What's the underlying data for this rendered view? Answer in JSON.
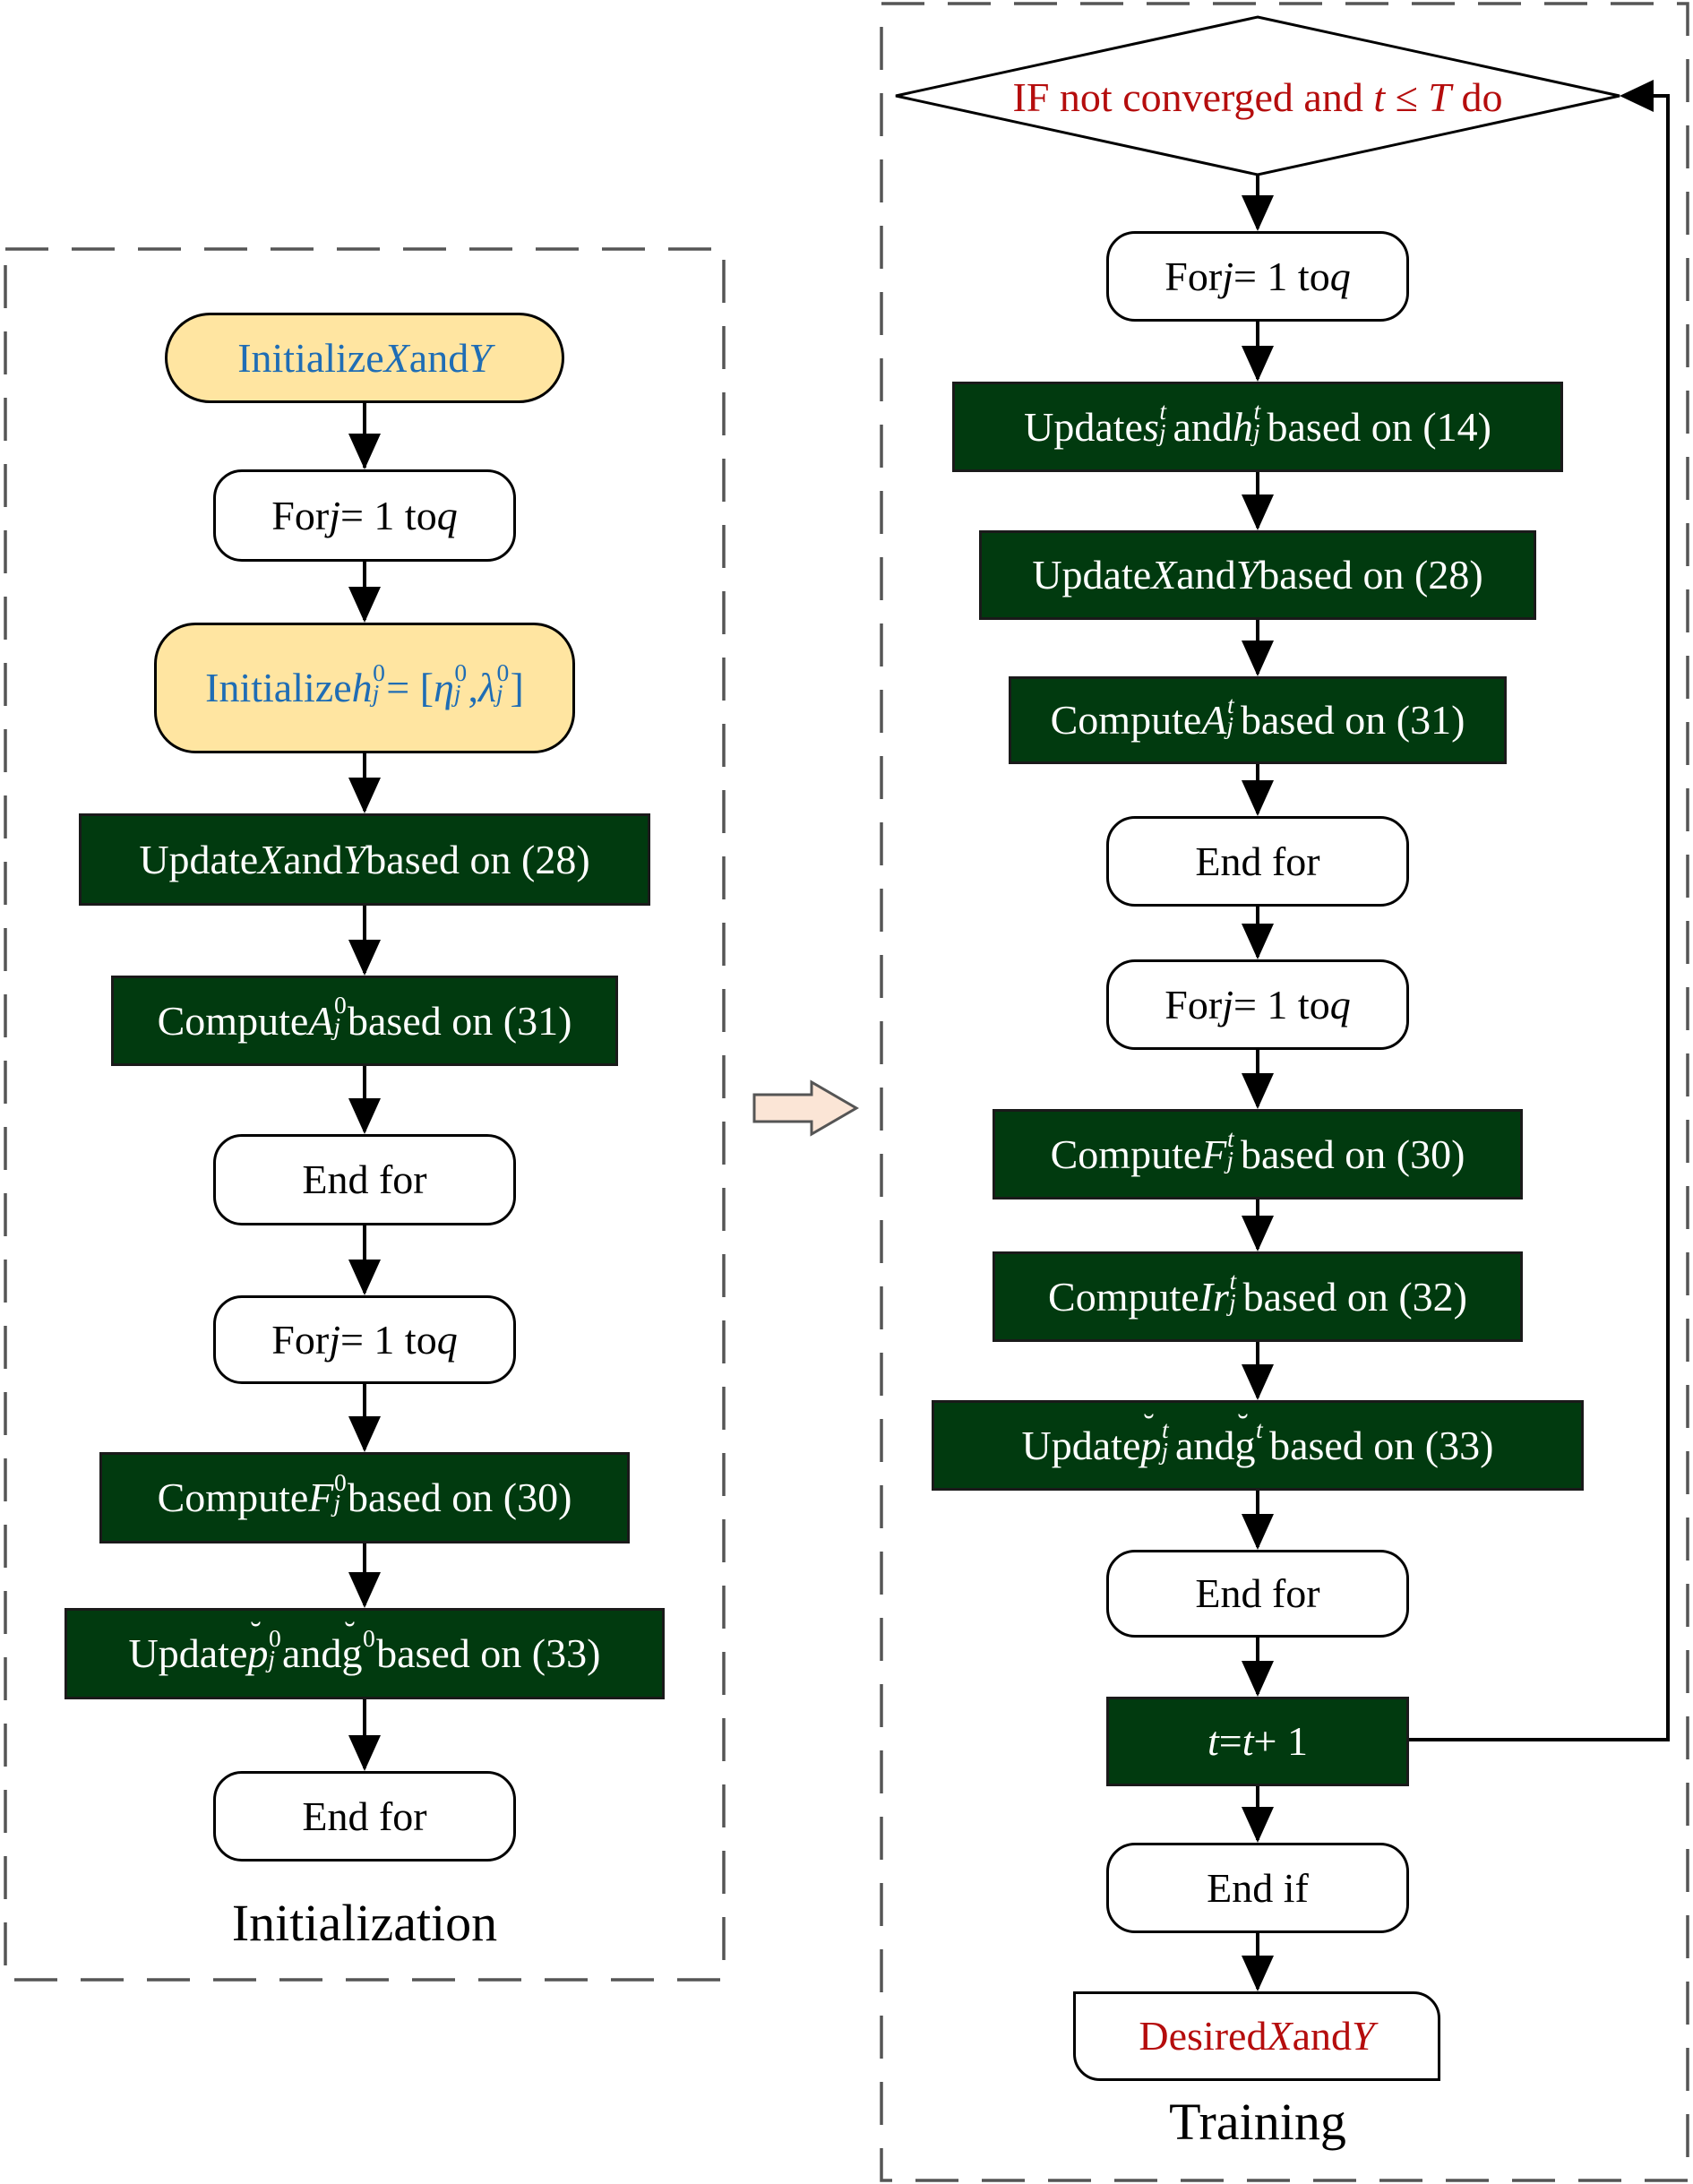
{
  "colors": {
    "process_fill": "#013a0f",
    "init_fill": "#ffe5a1",
    "init_text": "#1f6db5",
    "highlight_text": "#b50d0d",
    "dash": "#555555",
    "hollow_arrow_fill": "#fbe5d6"
  },
  "panels": {
    "initialization": {
      "caption": "Initialization",
      "steps": {
        "init_xy": {
          "pre": "Initialize ",
          "v1": "X",
          "mid": " and ",
          "v2": "Y"
        },
        "for1": {
          "pre": "For ",
          "v1": "j",
          "eq": " = 1 to ",
          "v2": "q"
        },
        "init_h": {
          "pre": "Initialize ",
          "h": "h",
          "sup": "0",
          "sub": "j",
          "eq": " = [",
          "eta": "η",
          "eta_sup": "0",
          "eta_sub": "j",
          "comma": ", ",
          "lam": "λ",
          "lam_sup": "0",
          "lam_sub": "j",
          "close": "]"
        },
        "update_xy": {
          "pre": "Update ",
          "v1": "X",
          "mid": " and ",
          "v2": "Y",
          "post": " based on (28)"
        },
        "compute_a": {
          "pre": "Compute ",
          "v": "A",
          "sup": "0",
          "sub": "j",
          "post": " based on (31)"
        },
        "endfor1": {
          "label": "End for"
        },
        "for2": {
          "pre": "For ",
          "v1": "j",
          "eq": " = 1 to ",
          "v2": "q"
        },
        "compute_f": {
          "pre": "Compute ",
          "v": "F",
          "sup": "0",
          "sub": "j",
          "post": " based on (30)"
        },
        "update_pg": {
          "pre": "Update ",
          "p": "p",
          "p_sup": "0",
          "p_sub": "j",
          "mid": " and ",
          "g": "g",
          "g_sup": "0",
          "post": " based on (33)"
        },
        "endfor2": {
          "label": "End for"
        }
      }
    },
    "training": {
      "caption": "Training",
      "steps": {
        "condition": {
          "pre": "IF not converged and ",
          "v1": "t",
          "op": " ≤ ",
          "v2": "T",
          "post": " do"
        },
        "for1": {
          "pre": "For ",
          "v1": "j",
          "eq": " = 1 to ",
          "v2": "q"
        },
        "update_sh": {
          "pre": "Update ",
          "s": "s",
          "s_sup": "t",
          "s_sub": "j",
          "mid": " and ",
          "h": "h",
          "h_sup": "t",
          "h_sub": "j",
          "post": " based on (14)"
        },
        "update_xy": {
          "pre": "Update ",
          "v1": "X",
          "mid": " and ",
          "v2": "Y",
          "post": " based on (28)"
        },
        "compute_a": {
          "pre": "Compute ",
          "v": "A",
          "sup": "t",
          "sub": "j",
          "post": " based on (31)"
        },
        "endfor1": {
          "label": "End for"
        },
        "for2": {
          "pre": "For ",
          "v1": "j",
          "eq": " = 1 to ",
          "v2": "q"
        },
        "compute_f": {
          "pre": "Compute ",
          "v": "F",
          "sup": "t",
          "sub": "j",
          "post": " based on (30)"
        },
        "compute_ir": {
          "pre": "Compute ",
          "v": "Ir",
          "sup": "t",
          "sub": "j",
          "post": " based on (32)"
        },
        "update_pg": {
          "pre": "Update ",
          "p": "p",
          "p_sup": "t",
          "p_sub": "j",
          "mid": " and ",
          "g": "g",
          "g_sup": "t",
          "post": " based on (33)"
        },
        "endfor2": {
          "label": "End for"
        },
        "increment": {
          "v1": "t",
          "eq": " = ",
          "v2": "t",
          "post": " + 1"
        },
        "endif": {
          "label": "End if"
        },
        "output": {
          "pre": "Desired ",
          "v1": "X",
          "mid": " and ",
          "v2": "Y"
        }
      }
    }
  }
}
